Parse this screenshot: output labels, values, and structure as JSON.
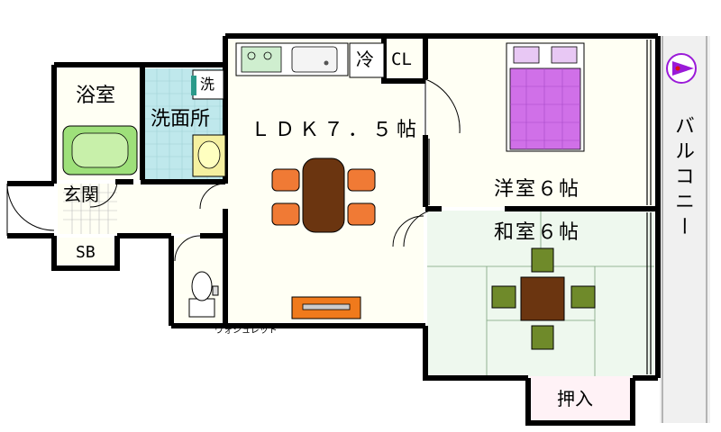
{
  "rooms": {
    "bathroom": "浴室",
    "washroom": "洗面所",
    "washer": "洗",
    "ldk": "ＬＤＫ７．５帖",
    "fridge": "冷",
    "closet": "CL",
    "entrance": "玄関",
    "shoe_box": "SB",
    "western_room": "洋室６帖",
    "japanese_room": "和室６帖",
    "storage": "押入",
    "toilet_note": "ウォシュレット",
    "balcony": "バルコニー"
  },
  "colors": {
    "wall": "#000000",
    "room_fill": "#fffff4",
    "washroom_tile": "#bfe8ec",
    "tatami": "#eef8ee",
    "bathtub": "#9ee07a",
    "chair": "#f07a35",
    "table": "#6b3510",
    "bed_cover": "#d070e8",
    "cushion": "#6f8a2a",
    "tv_board": "#f07a1c",
    "storage_fill": "#fff2f6",
    "balcony_fill": "#f0f0f0",
    "compass": "#9a1ad8"
  },
  "icons": {
    "compass": "compass-icon",
    "door": "door-swing-icon"
  }
}
